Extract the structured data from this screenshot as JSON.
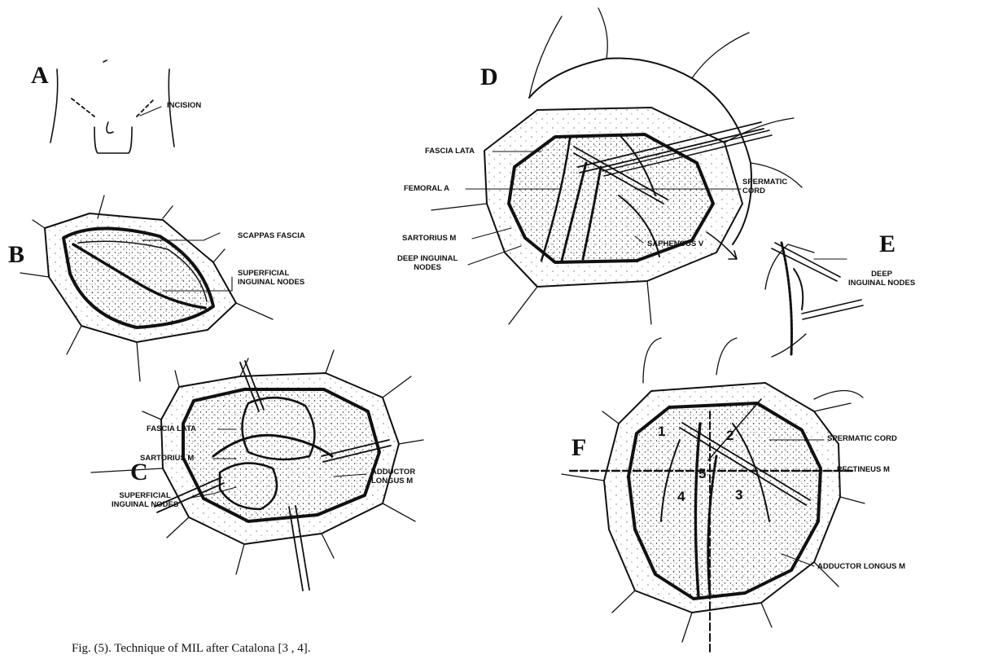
{
  "panels": {
    "A": {
      "letter": "A",
      "incision": "INCISION"
    },
    "B": {
      "letter": "B",
      "scappas_fascia": "SCAPPAS FASCIA",
      "superficial_inguinal_nodes": "SUPERFICIAL\nINGUINAL NODES"
    },
    "C": {
      "letter": "C",
      "fascia_lata": "FASCIA LATA",
      "sartorius_m": "SARTORIUS M",
      "adductor_longus_m": "ADDUCTOR\nLONGUS M",
      "superficial_inguinal_nodes": "SUPERFICIAL\nINGUINAL NODES"
    },
    "D": {
      "letter": "D",
      "fascia_lata": "FASCIA LATA",
      "femoral_a": "FEMORAL A",
      "sartorius_m": "SARTORIUS M",
      "deep_inguinal_nodes": "DEEP INGUINAL\nNODES",
      "spermatic_cord": "SPERMATIC\nCORD",
      "saphenous_v": "SAPHENOUS V"
    },
    "E": {
      "letter": "E",
      "deep_inguinal_nodes": "DEEP\nINGUINAL NODES"
    },
    "F": {
      "letter": "F",
      "spermatic_cord": "SPERMATIC CORD",
      "pectineus_m": "PECTINEUS M",
      "adductor_longus_m": "ADDUCTOR LONGUS M",
      "regions": [
        "1",
        "2",
        "3",
        "4",
        "5"
      ]
    }
  },
  "caption": "Fig. (5). Technique of MIL after Catalona [3 , 4]."
}
